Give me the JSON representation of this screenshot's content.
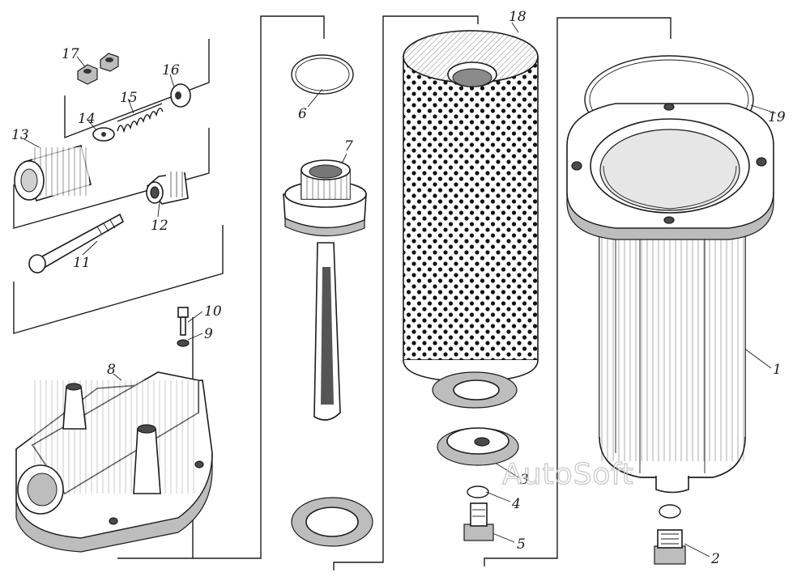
{
  "diagram": {
    "callouts": {
      "c1": "1",
      "c2": "2",
      "c3": "3",
      "c4": "4",
      "c5": "5",
      "c6": "6",
      "c7": "7",
      "c8": "8",
      "c9": "9",
      "c10": "10",
      "c11": "11",
      "c12": "12",
      "c13": "13",
      "c14": "14",
      "c15": "15",
      "c16": "16",
      "c17": "17",
      "c18": "18",
      "c19": "19"
    },
    "watermark": "AutoSoft"
  }
}
